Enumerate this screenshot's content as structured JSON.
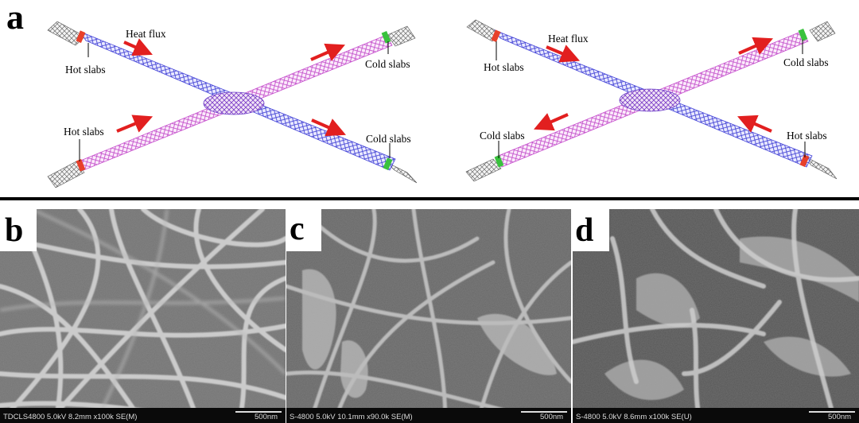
{
  "panel_a": {
    "letter": "a",
    "left_diagram": {
      "heat_flux_label": "Heat flux",
      "slab_labels": [
        "Hot slabs",
        "Cold slabs",
        "Hot slabs",
        "Cold slabs"
      ]
    },
    "right_diagram": {
      "heat_flux_label": "Heat flux",
      "slab_labels": [
        "Hot slabs",
        "Cold slabs",
        "Cold slabs",
        "Hot slabs"
      ]
    }
  },
  "panel_b": {
    "letter": "b",
    "scale_info": "TDCLS4800 5.0kV 8.2mm x100k SE(M)",
    "scale_bar": "500nm"
  },
  "panel_c": {
    "letter": "c",
    "scale_info": "S-4800 5.0kV 10.1mm x90.0k SE(M)",
    "scale_bar": "500nm"
  },
  "panel_d": {
    "letter": "d",
    "scale_info": "S-4800 5.0kV 8.6mm x100k SE(U)",
    "scale_bar": "500nm"
  },
  "colors": {
    "tube_blue": "#3b3bd6",
    "tube_magenta": "#c03cc8",
    "tube_gray": "#8a8a8a",
    "hot_slab": "#e8402a",
    "cold_slab": "#39c23d",
    "arrow": "#e21f1f",
    "divider": "#000000"
  }
}
